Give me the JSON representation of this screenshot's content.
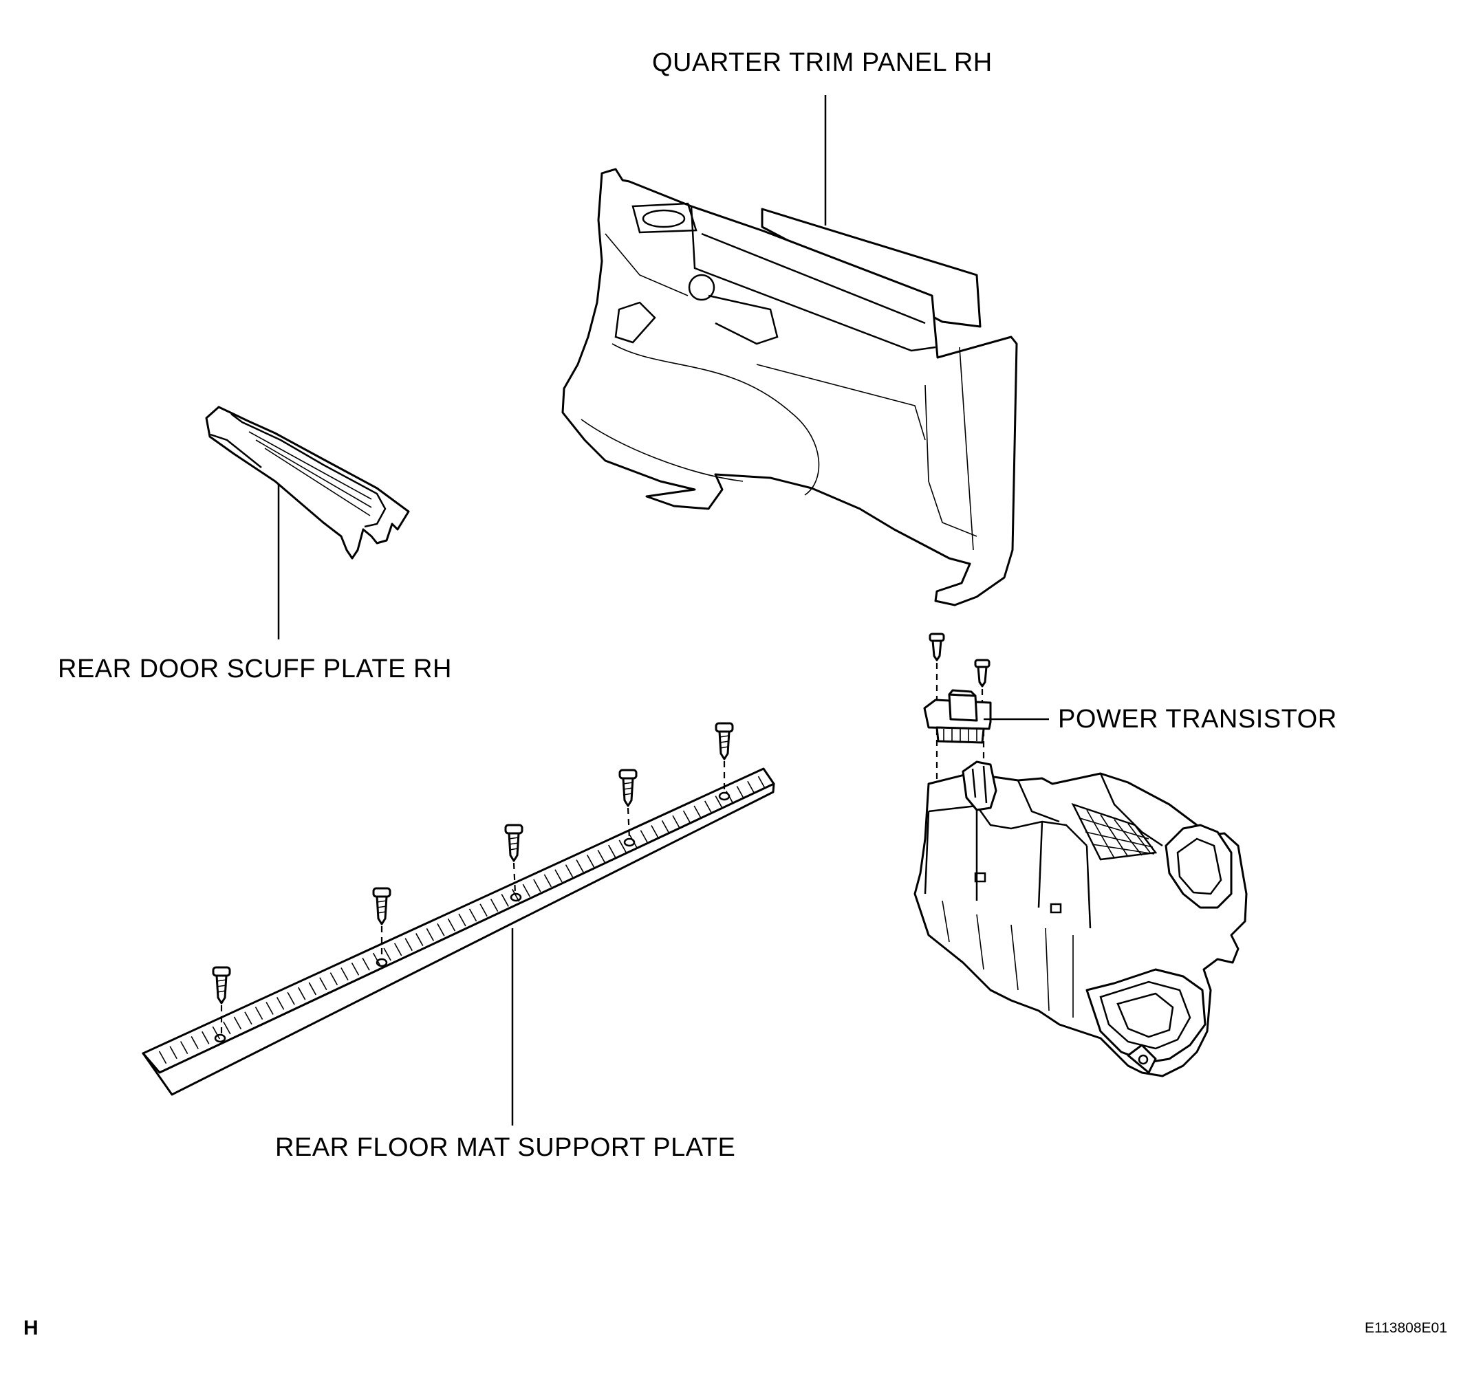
{
  "labels": {
    "quarter_trim_panel": "QUARTER TRIM PANEL RH",
    "rear_door_scuff_plate": "REAR DOOR SCUFF PLATE RH",
    "power_transistor": "POWER TRANSISTOR",
    "rear_floor_mat_support_plate": "REAR FLOOR MAT SUPPORT PLATE"
  },
  "corner_letter": "H",
  "figure_code": "E113808E01"
}
